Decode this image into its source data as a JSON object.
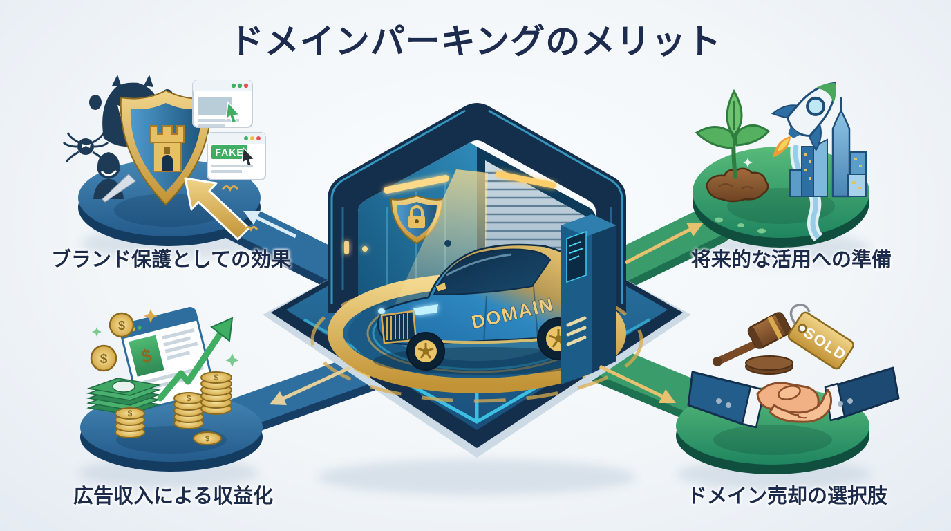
{
  "title": "ドメインパーキングのメリット",
  "center": {
    "car_label": "DOMAIN",
    "icons": [
      "secure-garage",
      "shield-lock",
      "parked-car",
      "shutter-door",
      "control-kiosk",
      "gold-turntable"
    ]
  },
  "quadrants": {
    "top_left": {
      "label": "ブランド保護としての効果",
      "fake_badge": "FAKE",
      "icons": [
        "castle-shield",
        "threat-ghost",
        "threat-spider",
        "threat-hooded-figure",
        "browser-window",
        "fake-site-window",
        "gold-cursor-arrow"
      ]
    },
    "top_right": {
      "label": "将来的な活用への準備",
      "icons": [
        "sprout-in-soil",
        "rocket",
        "city-skyline",
        "river-road"
      ]
    },
    "bottom_left": {
      "label": "広告収入による収益化",
      "coin_symbol": "$",
      "icons": [
        "ad-browser",
        "growth-arrow",
        "coin-stacks",
        "cash-bundle",
        "gold-coins",
        "sparkles"
      ]
    },
    "bottom_right": {
      "label": "ドメイン売却の選択肢",
      "sold_tag": "SOLD",
      "icons": [
        "auction-gavel",
        "sold-price-tag",
        "handshake"
      ]
    }
  },
  "colors": {
    "title_text": "#1d2c4e",
    "label_text": "#1c2b4a",
    "blue_platform": "#2f6fa0",
    "green_platform": "#2f9e67",
    "gold_accent": "#d9ab4e",
    "cyan_glow": "#49d6f6",
    "background": "#eef2f7"
  }
}
